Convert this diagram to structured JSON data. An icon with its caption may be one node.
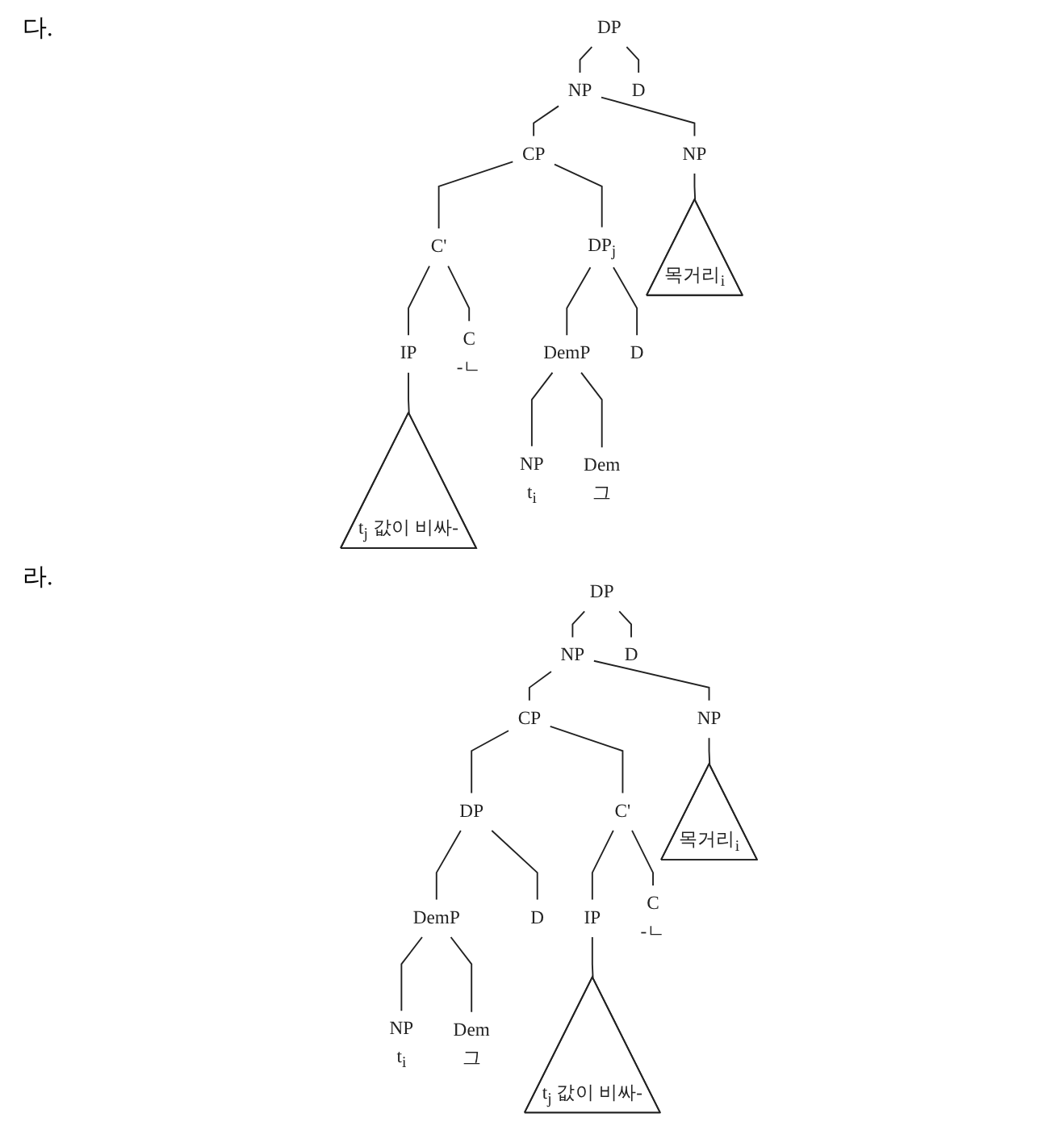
{
  "diagram": {
    "nodes": [
      {
        "text": [
          "DP"
        ]
      },
      {
        "text": [
          "NP"
        ]
      },
      {
        "text": [
          "D"
        ]
      },
      {
        "text": [
          "CP"
        ]
      },
      {
        "text": [
          "NP"
        ]
      },
      {
        "text": [
          "C'"
        ]
      },
      {
        "text": [
          "DP$_{j}$"
        ]
      },
      {
        "text": [
          "목거리$_{i}$"
        ]
      },
      {
        "text": [
          "IP"
        ]
      },
      {
        "text": [
          "C"
        ],
        "beside": [
          "-ㄴ"
        ]
      },
      {
        "text": [
          "DemP"
        ]
      },
      {
        "text": [
          "D"
        ]
      },
      {
        "text": [
          "t$_{j}$ 값이 비싸-"
        ]
      },
      {
        "text": [
          "NP"
        ],
        "beside": [
          "t$_{i}$"
        ]
      },
      {
        "text": [
          "Dem"
        ],
        "beside": [
          "그"
        ]
      },
      {
        "text": [
          "DP"
        ]
      },
      {
        "text": [
          "NP"
        ]
      },
      {
        "text": [
          "D"
        ]
      },
      {
        "text": [
          "CP"
        ]
      },
      {
        "text": [
          "NP"
        ]
      },
      {
        "text": [
          "DP"
        ]
      },
      {
        "text": [
          "C'"
        ]
      },
      {
        "text": [
          "목거리$_{i}$"
        ]
      },
      {
        "text": [
          "DemP"
        ]
      },
      {
        "text": [
          "D"
        ]
      },
      {
        "text": [
          "IP"
        ]
      },
      {
        "text": [
          "C"
        ],
        "beside": [
          "-ㄴ"
        ]
      },
      {
        "text": [
          "NP"
        ],
        "beside": [
          "t$_{i}$"
        ]
      },
      {
        "text": [
          "Dem"
        ],
        "beside": [
          "그"
        ]
      },
      {
        "text": [
          "t$_{j}$ 값이 비싸-"
        ]
      }
    ],
    "edges": [
      {
        "from": 0,
        "to": 1,
        "arrow": "none"
      },
      {
        "from": 0,
        "to": 2,
        "arrow": "none"
      },
      {
        "from": 1,
        "to": 3,
        "arrow": "none"
      },
      {
        "from": 1,
        "to": 4,
        "arrow": "none"
      },
      {
        "from": 4,
        "to": 7,
        "arrow": "none"
      },
      {
        "from": 3,
        "to": 5,
        "arrow": "none"
      },
      {
        "from": 3,
        "to": 6,
        "arrow": "none"
      },
      {
        "from": 5,
        "to": 8,
        "arrow": "none"
      },
      {
        "from": 5,
        "to": 9,
        "arrow": "none"
      },
      {
        "from": 6,
        "to": 10,
        "arrow": "none"
      },
      {
        "from": 6,
        "to": 11,
        "arrow": "none"
      },
      {
        "from": 8,
        "to": 12,
        "arrow": "none"
      },
      {
        "from": 10,
        "to": 13,
        "arrow": "none"
      },
      {
        "from": 10,
        "to": 14,
        "arrow": "none"
      },
      {
        "from": 15,
        "to": 16,
        "arrow": "none"
      },
      {
        "from": 15,
        "to": 17,
        "arrow": "none"
      },
      {
        "from": 16,
        "to": 18,
        "arrow": "none"
      },
      {
        "from": 16,
        "to": 19,
        "arrow": "none"
      },
      {
        "from": 19,
        "to": 22,
        "arrow": "none"
      },
      {
        "from": 18,
        "to": 20,
        "arrow": "none"
      },
      {
        "from": 18,
        "to": 21,
        "arrow": "none"
      },
      {
        "from": 20,
        "to": 23,
        "arrow": "none"
      },
      {
        "from": 20,
        "to": 24,
        "arrow": "none"
      },
      {
        "from": 21,
        "to": 25,
        "arrow": "none"
      },
      {
        "from": 21,
        "to": 26,
        "arrow": "none"
      },
      {
        "from": 23,
        "to": 27,
        "arrow": "none"
      },
      {
        "from": 23,
        "to": 28,
        "arrow": "none"
      },
      {
        "from": 25,
        "to": 29,
        "arrow": "none"
      }
    ],
    "labels": [
      "다.",
      "라."
    ]
  }
}
